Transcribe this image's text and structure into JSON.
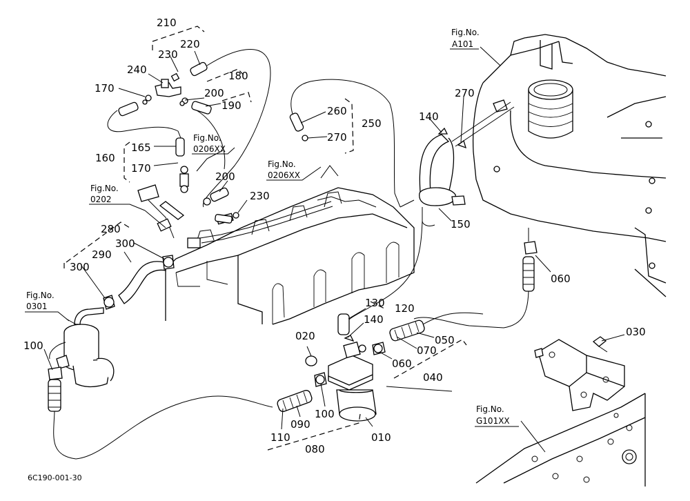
{
  "labels": {
    "p210": "210",
    "p220": "220",
    "p230a": "230",
    "p240": "240",
    "p180": "180",
    "p170a": "170",
    "p200a": "200",
    "p190": "190",
    "p165": "165",
    "p160": "160",
    "p170b": "170",
    "p200b": "200",
    "p230b": "230",
    "p260": "260",
    "p270a": "270",
    "p250": "250",
    "p140a": "140",
    "p270b": "270",
    "p150": "150",
    "p280": "280",
    "p300a": "300",
    "p290": "290",
    "p300b": "300",
    "p100a": "100",
    "p060a": "060",
    "p130": "130",
    "p120": "120",
    "p140b": "140",
    "p020": "020",
    "p050": "050",
    "p070": "070",
    "p060b": "060",
    "p040": "040",
    "p030": "030",
    "p100b": "100",
    "p090": "090",
    "p110": "110",
    "p010": "010",
    "p080": "080"
  },
  "fig_refs": {
    "a101": {
      "title": "Fig.No.",
      "code": "A101"
    },
    "r0206xx_a": {
      "title": "Fig.No.",
      "code": "0206XX"
    },
    "r0206xx_b": {
      "title": "Fig.No.",
      "code": "0206XX"
    },
    "r0202": {
      "title": "Fig.No.",
      "code": "0202"
    },
    "r0301": {
      "title": "Fig.No.",
      "code": "0301"
    },
    "g101xx": {
      "title": "Fig.No.",
      "code": "G101XX"
    }
  },
  "footer_code": "6C190-001-30"
}
